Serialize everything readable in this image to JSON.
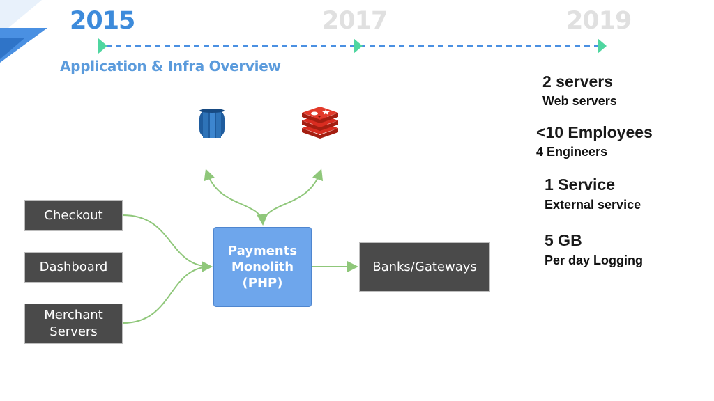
{
  "timeline": {
    "years": [
      "2015",
      "2017",
      "2019"
    ],
    "active_year": "2015",
    "subtitle": "Application & Infra Overview"
  },
  "diagram": {
    "clients": [
      "Checkout",
      "Dashboard",
      "Merchant\nServers"
    ],
    "core": "Payments\nMonolith\n(PHP)",
    "external": "Banks/Gateways",
    "datastores": [
      {
        "name": "database-icon",
        "color": "#2e73b8"
      },
      {
        "name": "redis-icon",
        "color": "#d82c20"
      }
    ]
  },
  "stats": [
    {
      "title": "2 servers",
      "subtitle": "Web servers"
    },
    {
      "title": "<10 Employees",
      "subtitle": "4 Engineers"
    },
    {
      "title": "1 Service",
      "subtitle": "External service"
    },
    {
      "title": "5 GB",
      "subtitle": "Per day Logging"
    }
  ],
  "colors": {
    "accent": "#3d8bdb",
    "timeline_marker": "#4fd6a0",
    "connector": "#8fc77a",
    "monolith": "#6ea6ec",
    "box": "#4a4a4a"
  }
}
